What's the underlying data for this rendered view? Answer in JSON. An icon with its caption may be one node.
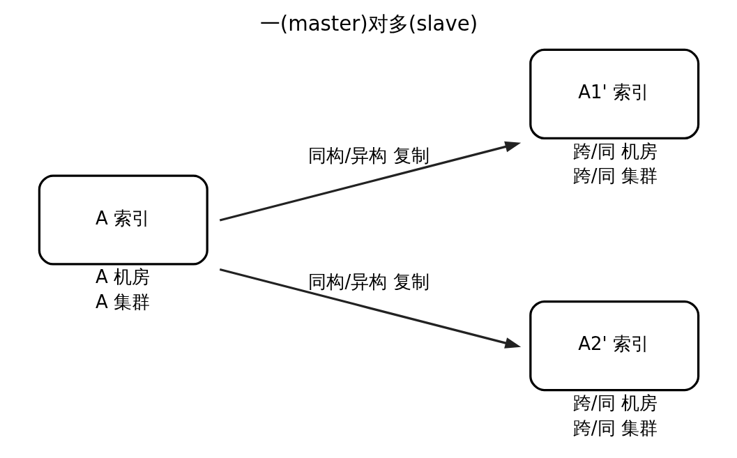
{
  "diagram": {
    "title": "一(master)对多(slave)",
    "nodes": [
      {
        "text": [
          "A 索引"
        ],
        "beside": [
          "A 机房",
          "A 集群"
        ]
      },
      {
        "text": [
          "A1' 索引"
        ],
        "beside": [
          "跨/同 机房",
          "跨/同 集群"
        ]
      },
      {
        "text": [
          "A2' 索引"
        ],
        "beside": [
          "跨/同 机房",
          "跨/同 集群"
        ]
      }
    ],
    "edges": [
      {
        "from": 0,
        "to": 1,
        "arrow": "to",
        "label": "同构/异构 复制"
      },
      {
        "from": 0,
        "to": 2,
        "arrow": "to",
        "label": "同构/异构 复制"
      }
    ]
  }
}
